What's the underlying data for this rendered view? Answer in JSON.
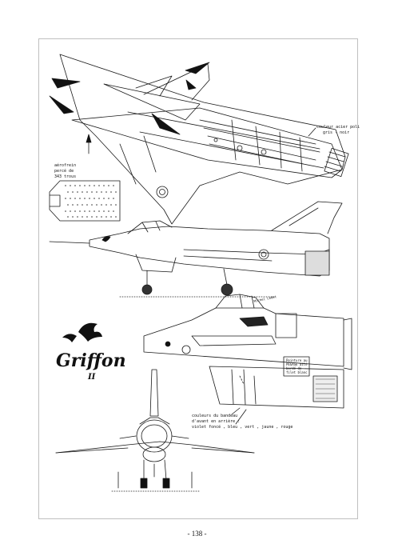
{
  "document": {
    "page_number": "- 138 -",
    "logo": {
      "word": "Griffon",
      "numeral": "II"
    },
    "notes": {
      "top_right": [
        "couleur acier poli",
        "gris - noir"
      ],
      "airbrake": [
        "aérofrein",
        "percé de",
        "343 trous"
      ],
      "bandeau": [
        "couleurs du bandeau",
        "d'avant en arrière :",
        "violet foncé , bleu , vert , jaune , rouge"
      ],
      "signature": "Michel Ledet",
      "inset_box": [
        "Peinture au",
        "PEGASE ailé",
        "bordé de",
        "filet blanc"
      ]
    }
  }
}
